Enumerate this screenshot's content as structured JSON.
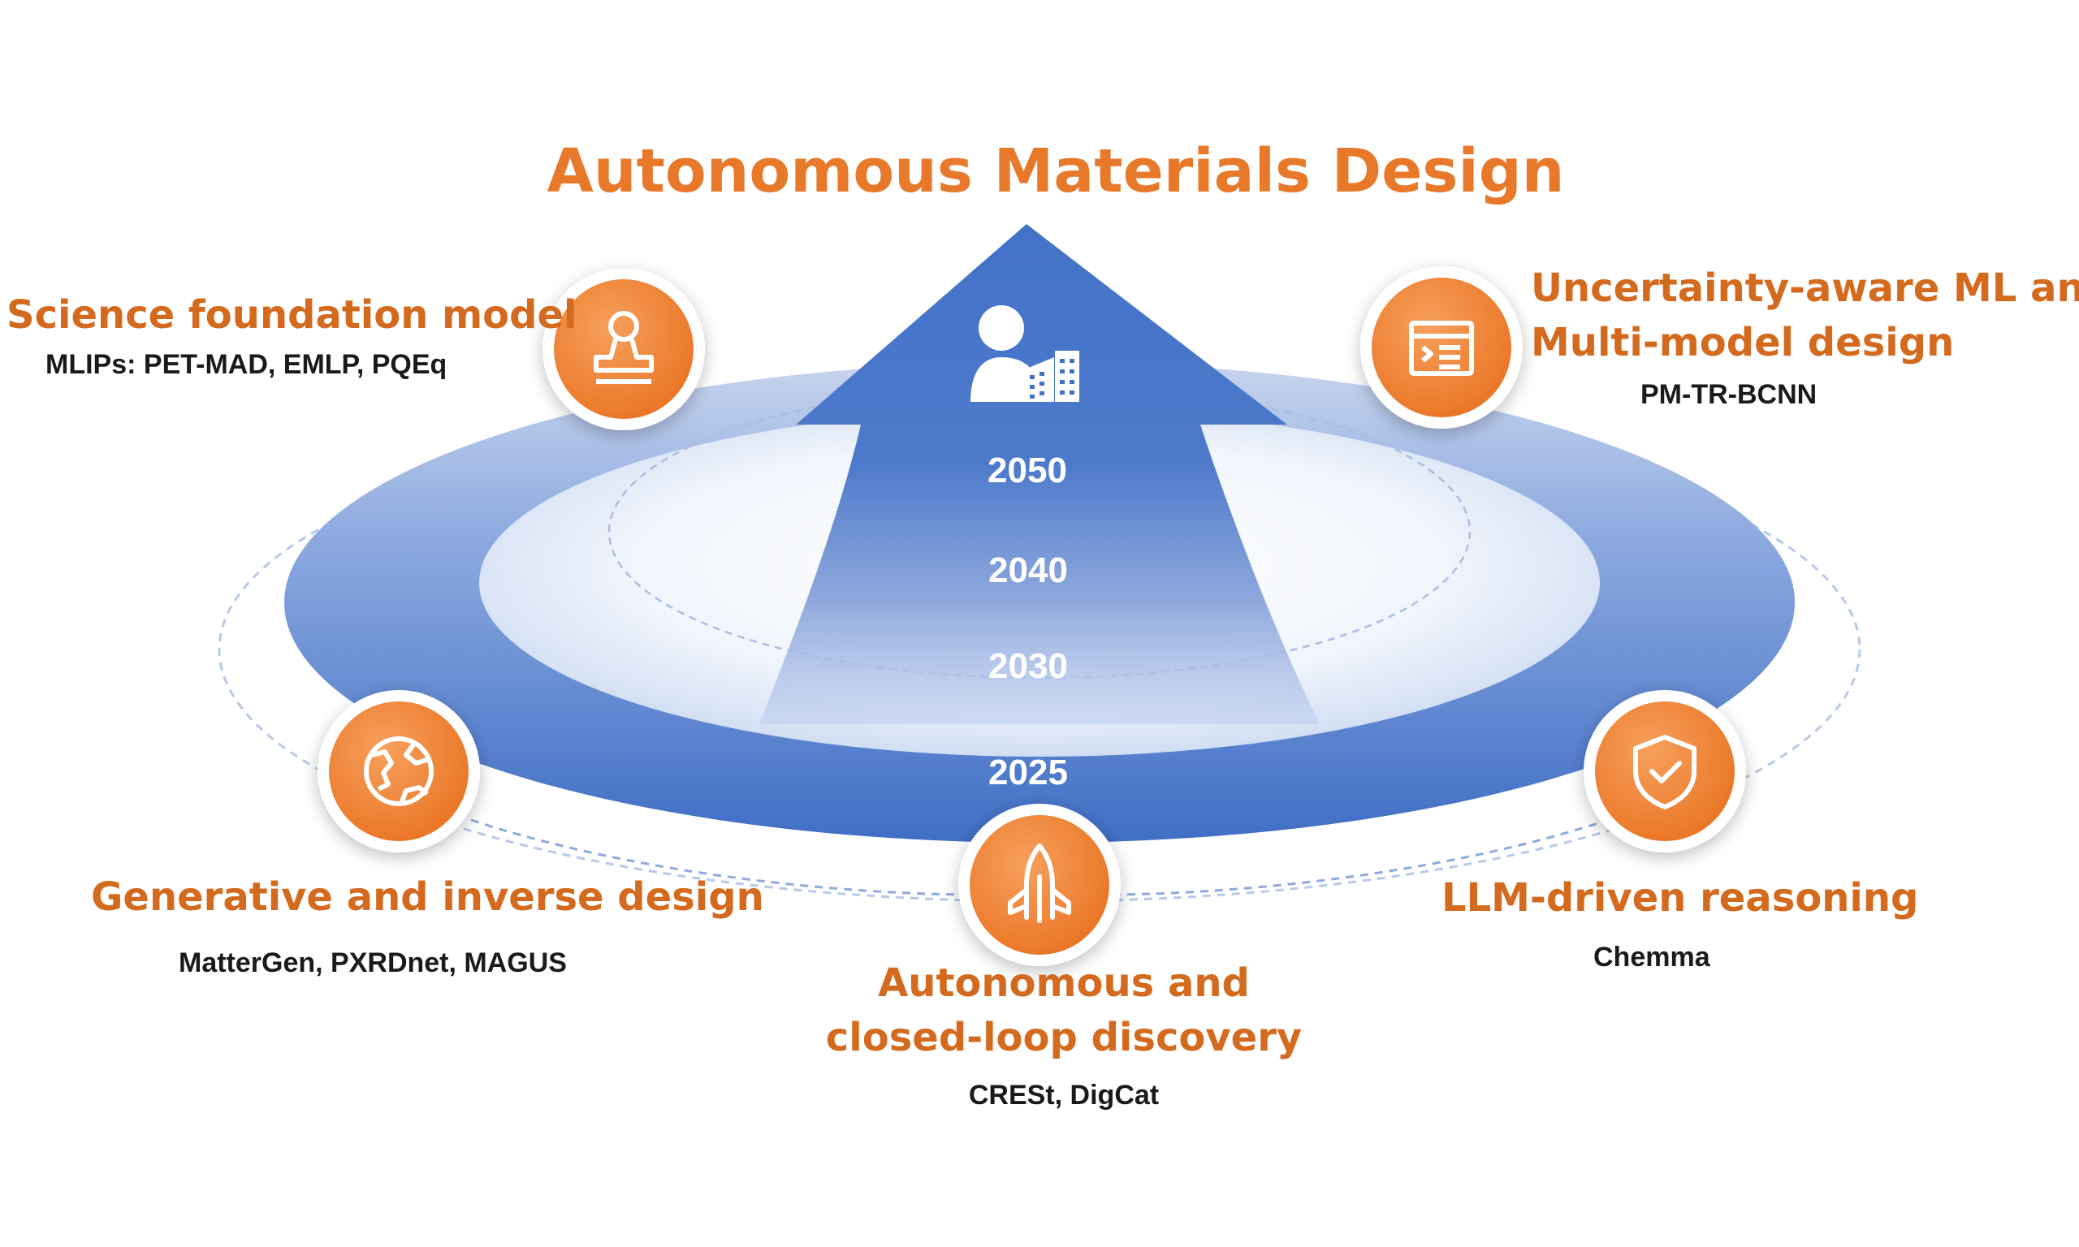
{
  "title": "Autonomous Materials Design",
  "years": [
    "2050",
    "2040",
    "2030",
    "2025"
  ],
  "nodes": {
    "science": {
      "title": "Science foundation model",
      "subtitle": "MLIPs: PET-MAD, EMLP, PQEq",
      "icon": "stamp-icon"
    },
    "uncertainty": {
      "title_lines": [
        "Uncertainty-aware ML and",
        "Multi-model design"
      ],
      "subtitle": "PM-TR-BCNN",
      "icon": "terminal-window-icon"
    },
    "generative": {
      "title": "Generative and inverse design",
      "subtitle": "MatterGen, PXRDnet, MAGUS",
      "icon": "globe-icon"
    },
    "autonomous": {
      "title_lines": [
        "Autonomous and",
        "closed-loop discovery"
      ],
      "subtitle": "CRESt, DigCat",
      "icon": "rocket-icon"
    },
    "llm": {
      "title": "LLM-driven reasoning",
      "subtitle": "Chemma",
      "icon": "shield-check-icon"
    }
  },
  "colors": {
    "accent_orange": "#e8792b",
    "label_orange": "#d36a1e",
    "arrow_blue": "#4674c9",
    "ring_blue": "#4b78c8"
  }
}
